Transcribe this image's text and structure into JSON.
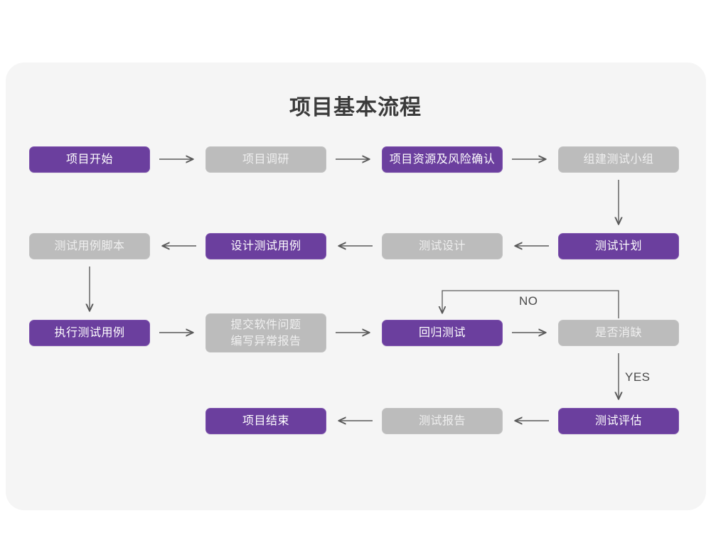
{
  "page": {
    "background": "#ffffff",
    "card_background": "#f5f5f5"
  },
  "title": "项目基本流程",
  "colors": {
    "purple": "#6b3f9e",
    "gray": "#bcbcbc",
    "purple_text": "#ffffff",
    "gray_text": "#efefef",
    "arrow": "#5a5a5a",
    "title_text": "#3b3b3b"
  },
  "chart_data": {
    "type": "diagram",
    "title": "项目基本流程",
    "nodes": [
      {
        "id": "n1",
        "label": "项目开始",
        "style": "purple",
        "row": 1,
        "col": 1
      },
      {
        "id": "n2",
        "label": "项目调研",
        "style": "gray",
        "row": 1,
        "col": 2
      },
      {
        "id": "n3",
        "label": "项目资源及风险确认",
        "style": "purple",
        "row": 1,
        "col": 3
      },
      {
        "id": "n4",
        "label": "组建测试小组",
        "style": "gray",
        "row": 1,
        "col": 4
      },
      {
        "id": "n5",
        "label": "测试用例脚本",
        "style": "gray",
        "row": 2,
        "col": 1
      },
      {
        "id": "n6",
        "label": "设计测试用例",
        "style": "purple",
        "row": 2,
        "col": 2
      },
      {
        "id": "n7",
        "label": "测试设计",
        "style": "gray",
        "row": 2,
        "col": 3
      },
      {
        "id": "n8",
        "label": "测试计划",
        "style": "purple",
        "row": 2,
        "col": 4
      },
      {
        "id": "n9",
        "label": "执行测试用例",
        "style": "purple",
        "row": 3,
        "col": 1
      },
      {
        "id": "n10",
        "label": "提交软件问题\n编写异常报告",
        "style": "gray",
        "row": 3,
        "col": 2
      },
      {
        "id": "n11",
        "label": "回归测试",
        "style": "purple",
        "row": 3,
        "col": 3
      },
      {
        "id": "n12",
        "label": "是否消缺",
        "style": "gray",
        "row": 3,
        "col": 4
      },
      {
        "id": "n13",
        "label": "项目结束",
        "style": "purple",
        "row": 4,
        "col": 2
      },
      {
        "id": "n14",
        "label": "测试报告",
        "style": "gray",
        "row": 4,
        "col": 3
      },
      {
        "id": "n15",
        "label": "测试评估",
        "style": "purple",
        "row": 4,
        "col": 4
      }
    ],
    "edges": [
      {
        "from": "n1",
        "to": "n2",
        "label": "",
        "direction": "right"
      },
      {
        "from": "n2",
        "to": "n3",
        "label": "",
        "direction": "right"
      },
      {
        "from": "n3",
        "to": "n4",
        "label": "",
        "direction": "right"
      },
      {
        "from": "n4",
        "to": "n8",
        "label": "",
        "direction": "down"
      },
      {
        "from": "n8",
        "to": "n7",
        "label": "",
        "direction": "left"
      },
      {
        "from": "n7",
        "to": "n6",
        "label": "",
        "direction": "left"
      },
      {
        "from": "n6",
        "to": "n5",
        "label": "",
        "direction": "left"
      },
      {
        "from": "n5",
        "to": "n9",
        "label": "",
        "direction": "down"
      },
      {
        "from": "n9",
        "to": "n10",
        "label": "",
        "direction": "right"
      },
      {
        "from": "n10",
        "to": "n11",
        "label": "",
        "direction": "right"
      },
      {
        "from": "n11",
        "to": "n12",
        "label": "",
        "direction": "right"
      },
      {
        "from": "n12",
        "to": "n11",
        "label": "NO",
        "direction": "loop-up-left"
      },
      {
        "from": "n12",
        "to": "n15",
        "label": "YES",
        "direction": "down"
      },
      {
        "from": "n15",
        "to": "n14",
        "label": "",
        "direction": "left"
      },
      {
        "from": "n14",
        "to": "n13",
        "label": "",
        "direction": "left"
      }
    ],
    "edge_labels": {
      "no": "NO",
      "yes": "YES"
    }
  }
}
